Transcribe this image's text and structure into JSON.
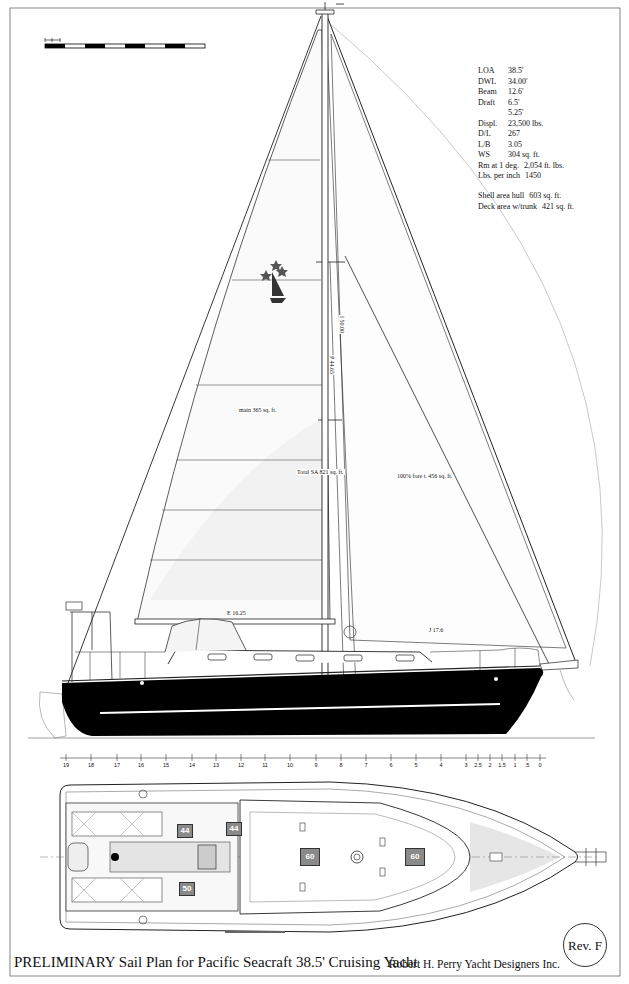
{
  "diagram": {
    "title": "PRELIMINARY Sail Plan for Pacific Seacraft 38.5' Cruising Yacht",
    "nodes": [
      {
        "text": [
          "Rev. F"
        ]
      },
      {
        "text": [
          "44"
        ]
      },
      {
        "text": [
          "44"
        ]
      },
      {
        "text": [
          "60"
        ]
      },
      {
        "text": [
          "60"
        ]
      },
      {
        "text": [
          "50"
        ]
      }
    ],
    "labels": [
      "LOA",
      "38.5'",
      "DWL",
      "34.00'",
      "Beam",
      "12.6'",
      "Draft",
      "6.5'",
      "5.25'",
      "Displ.",
      "23,500 lbs.",
      "D/L",
      "267",
      "L/B",
      "3.05",
      "WS",
      "304 sq. ft.",
      "Rm at 1 deg.",
      "2,054 ft. lbs.",
      "Lbs. per inch",
      "1450",
      "Shell area hull",
      "603 sq. ft.",
      "Deck area w/trunk",
      "421 sq. ft.",
      "main 365 sq. ft.",
      "Total SA 821 sq. ft.",
      "100% fore t. 456 sq. ft.",
      "E 16.25",
      "J 17.6",
      "P 44.65",
      "I 50.00",
      "19",
      "18",
      "17",
      "16",
      "15",
      "14",
      "13",
      "12",
      "11",
      "10",
      "9",
      "8",
      "7",
      "6",
      "5",
      "4",
      "3",
      "2.5",
      "2",
      "1.5",
      "1",
      ".5",
      "0",
      "Robert H. Perry Yacht Designers Inc."
    ]
  }
}
